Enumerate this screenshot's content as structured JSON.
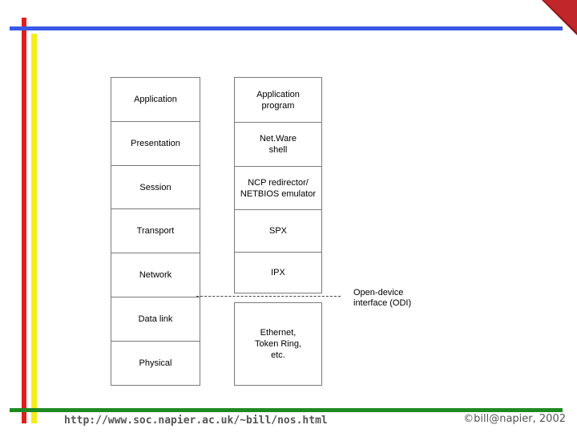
{
  "osi_layers": [
    "Application",
    "Presentation",
    "Session",
    "Transport",
    "Network",
    "Data link",
    "Physical"
  ],
  "netware_layers": [
    "Application\nprogram",
    "Net.Ware\nshell",
    "NCP redirector/\nNETBIOS emulator",
    "SPX",
    "IPX"
  ],
  "odi_box_text": "Ethernet,\nToken Ring,\netc.",
  "odi_label": "Open-device\ninterface (ODI)",
  "footer": {
    "url": "http://www.soc.napier.ac.uk/~bill/nos.html",
    "copyright": "©bill@napier, 2002"
  },
  "colors": {
    "red": "#e0201c",
    "yellow": "#f2ee1a",
    "blue": "#3a59e6",
    "green": "#1d8a22",
    "corner": "#c0262a"
  }
}
